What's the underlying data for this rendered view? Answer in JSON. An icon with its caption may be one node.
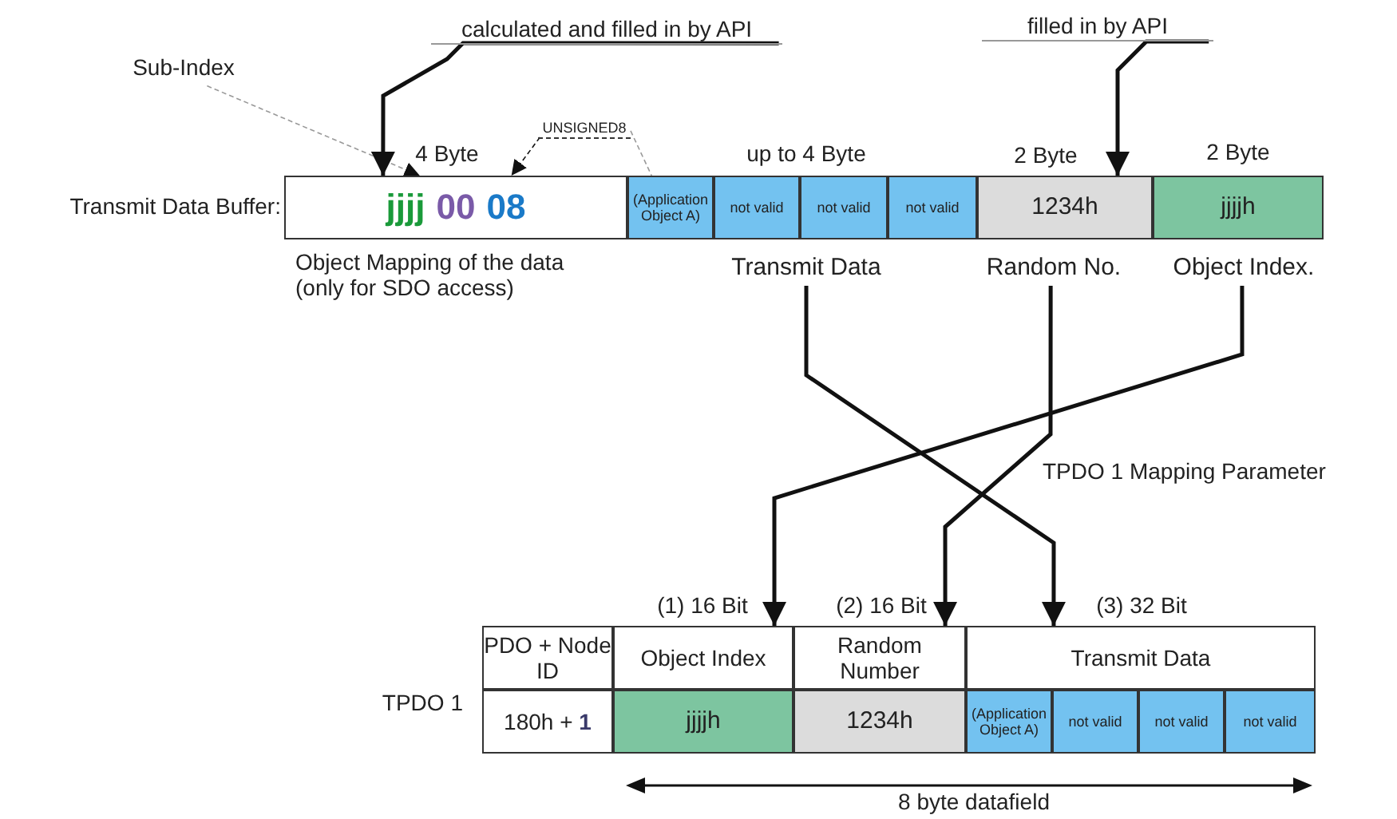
{
  "diagram": {
    "nodes": [
      {
        "text": [
          "Sub-Index"
        ]
      },
      {
        "text": [
          "calculated and filled in by API"
        ]
      },
      {
        "text": [
          "UNSIGNED8"
        ]
      },
      {
        "text": [
          "filled in by API"
        ]
      },
      {
        "text": [
          "jjjj",
          "00",
          "08"
        ],
        "beside": [
          "Transmit Data Buffer:",
          "4 Byte",
          "Object Mapping of the data (only for SDO access)"
        ]
      },
      {
        "text": [
          "(Application Object A)"
        ]
      },
      {
        "text": [
          "not valid"
        ]
      },
      {
        "text": [
          "not valid"
        ]
      },
      {
        "text": [
          "not valid"
        ]
      },
      {
        "text": [
          "1234h"
        ],
        "beside": [
          "2 Byte"
        ]
      },
      {
        "text": [
          "jjjjh"
        ],
        "beside": [
          "2 Byte"
        ]
      },
      {
        "text": [
          "Transmit Data"
        ]
      },
      {
        "text": [
          "Random No."
        ]
      },
      {
        "text": [
          "Object Index."
        ]
      },
      {
        "text": [
          "PDO + Node ID"
        ]
      },
      {
        "text": [
          "Object Index"
        ],
        "beside": [
          "(1) 16 Bit"
        ]
      },
      {
        "text": [
          "Random Number"
        ],
        "beside": [
          "(2) 16 Bit"
        ]
      },
      {
        "text": [
          "Transmit Data"
        ],
        "beside": [
          "(3) 32 Bit"
        ]
      },
      {
        "text": [
          "180h + **1**"
        ]
      },
      {
        "text": [
          "jjjjh"
        ]
      },
      {
        "text": [
          "1234h"
        ]
      },
      {
        "text": [
          "(Application Object A)"
        ]
      },
      {
        "text": [
          "not valid"
        ]
      },
      {
        "text": [
          "not valid"
        ]
      },
      {
        "text": [
          "not valid"
        ]
      }
    ],
    "edges": [
      {
        "from": 0,
        "to": 4,
        "arrow": "to",
        "style": "dashed",
        "color": "#999999"
      },
      {
        "from": 1,
        "to": 4,
        "arrow": "to"
      },
      {
        "from": 2,
        "to": 4,
        "arrow": "to",
        "style": "dashed"
      },
      {
        "from": 2,
        "to": 5,
        "arrow": "none",
        "style": "dashed",
        "color": "#999999"
      },
      {
        "from": 3,
        "to": 9,
        "arrow": "to"
      },
      {
        "from": 11,
        "to": 17,
        "arrow": "to"
      },
      {
        "from": 12,
        "to": 16,
        "arrow": "to"
      },
      {
        "from": 13,
        "to": 15,
        "arrow": "to"
      }
    ],
    "labels": [
      "up to 4 Byte",
      "TPDO 1 Mapping Parameter",
      "TPDO 1",
      "8 byte datafield"
    ]
  }
}
